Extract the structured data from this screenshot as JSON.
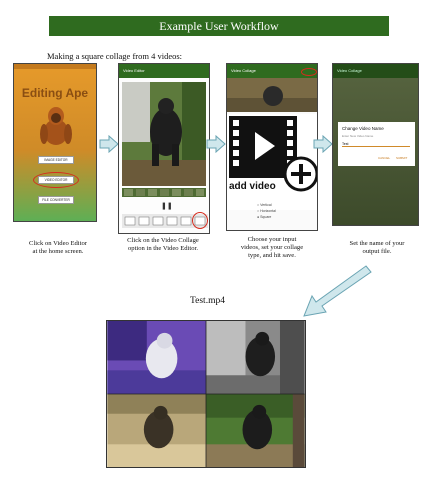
{
  "banner": {
    "title": "Example User Workflow"
  },
  "subtitle": "Making a square collage from 4 videos:",
  "screen1": {
    "app_title": "Editing Ape",
    "buttons": [
      "IMAGE EDITOR",
      "VIDEO EDITOR",
      "FILE CONVERTER"
    ]
  },
  "screen2": {
    "header": "Video Editor"
  },
  "screen3": {
    "header": "Video Collage",
    "add_video": "add video",
    "options": [
      "Vertical",
      "Horizontal",
      "Square"
    ]
  },
  "screen4": {
    "header": "Video Collage",
    "dialog_title": "Change Video Name",
    "dialog_hint": "Enter New Video Name",
    "dialog_value": "Test",
    "cancel_label": "CANCEL",
    "submit_label": "SUBMIT"
  },
  "captions": [
    [
      "Click on Video Editor",
      "at the home screen."
    ],
    [
      "Click on the Video Collage",
      "option in the Video Editor."
    ],
    [
      "Choose your input",
      "videos, set your collage",
      "type, and hit save."
    ],
    [
      "Set the name of your",
      "output file."
    ]
  ],
  "result": {
    "filename": "Test.mp4"
  },
  "colors": {
    "banner": "#2f6b1f",
    "arrow_fill": "#cfe7ec",
    "arrow_stroke": "#6aa4b3",
    "highlight": "#d62c1e"
  }
}
